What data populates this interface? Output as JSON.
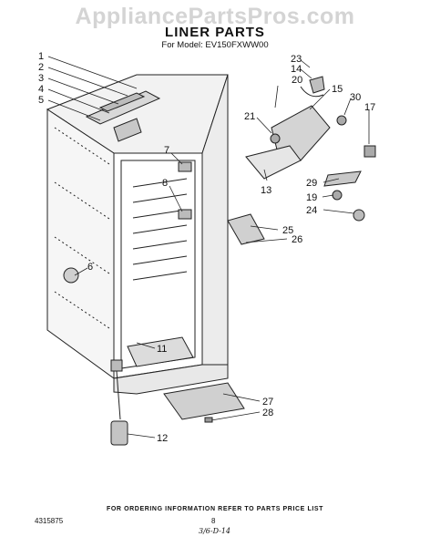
{
  "watermark": "AppliancePartsPros.com",
  "header": {
    "title": "LINER PARTS",
    "model": "For Model: EV150FXWW00"
  },
  "callouts": [
    "1",
    "2",
    "3",
    "4",
    "5",
    "6",
    "7",
    "8",
    "11",
    "12",
    "13",
    "14",
    "15",
    "17",
    "19",
    "20",
    "21",
    "23",
    "24",
    "25",
    "26",
    "27",
    "28",
    "29",
    "30"
  ],
  "footer": {
    "note": "FOR ORDERING INFORMATION REFER TO PARTS PRICE LIST",
    "doc_number": "4315875",
    "page_number": "8",
    "handwritten": "3/6-D-14"
  }
}
